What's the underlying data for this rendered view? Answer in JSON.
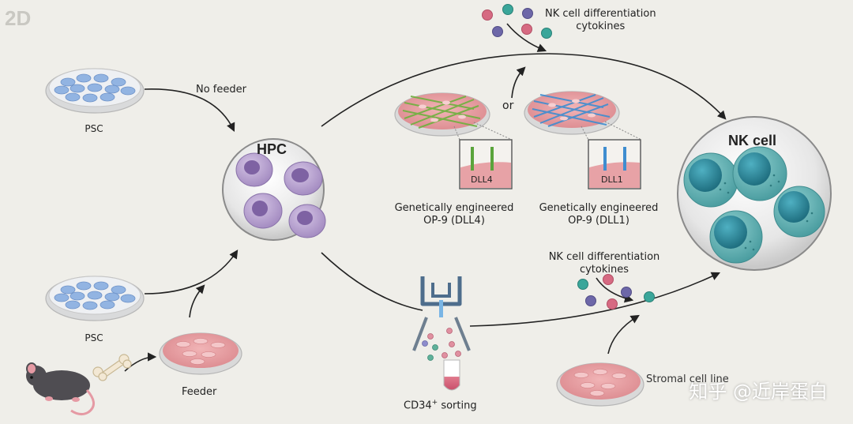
{
  "panel_tag": "2D",
  "top_cytokines": {
    "line1": "NK cell differentiation",
    "line2": "cytokines"
  },
  "bottom_cytokines": {
    "line1": "NK cell differentiation",
    "line2": "cytokines"
  },
  "psc_top_label": "PSC",
  "psc_bottom_label": "PSC",
  "no_feeder_label": "No feeder",
  "hpc_label": "HPC",
  "or_label": "or",
  "dll4_tag": "DLL4",
  "dll1_tag": "DLL1",
  "op9_dll4": {
    "line1": "Genetically engineered",
    "line2": "OP-9 (DLL4)"
  },
  "op9_dll1": {
    "line1": "Genetically engineered",
    "line2": "OP-9 (DLL1)"
  },
  "nk_label": "NK cell",
  "feeder_label": "Feeder",
  "cd34_label": "CD34",
  "cd34_sup": "+",
  "cd34_suffix": " sorting",
  "stromal_label": "Stromal cell line",
  "watermark": "知乎 @近岸蛋白",
  "colors": {
    "background": "#efeee9",
    "hpc_cell": "#b19bca",
    "hpc_nucleus": "#8c73ad",
    "nk_cell": "#5da9ab",
    "nk_nucleus": "#2e8799",
    "psc_cell": "#92b4e2",
    "feeder": "#e69a9e",
    "dll4_bar": "#5aa43b",
    "dll1_bar": "#3f8dd0",
    "cytokine_pink": "#d66a82",
    "cytokine_teal": "#3aa69a",
    "cytokine_purple": "#6d67a8"
  }
}
